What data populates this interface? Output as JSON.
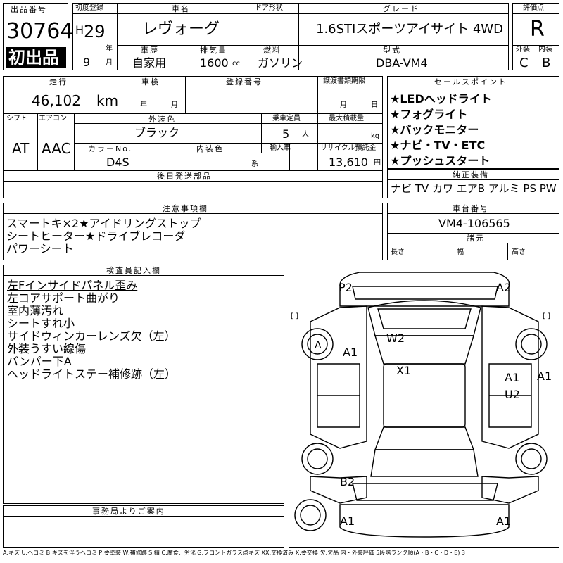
{
  "header": {
    "lot_label": "出品番号",
    "lot_number": "30764",
    "first_listing": "初出品",
    "first_reg_label": "初度登録",
    "era": "H",
    "year": "29",
    "year_unit": "年",
    "month": "9",
    "month_unit": "月",
    "car_name_label": "車名",
    "car_name": "レヴォーグ",
    "door_label": "ドア形状",
    "door_value": "",
    "grade_label": "グレード",
    "grade": "1.6STIスポーツアイサイト 4WD",
    "score_label": "評価点",
    "score": "R",
    "history_label": "車歴",
    "history": "自家用",
    "displacement_label": "排気量",
    "displacement": "1600",
    "displacement_unit": "cc",
    "fuel_label": "燃料",
    "fuel": "ガソリン",
    "model_label": "型式",
    "model": "DBA-VM4",
    "exterior_label": "外装",
    "exterior_grade": "C",
    "interior_label": "内装",
    "interior_grade": "B"
  },
  "row2": {
    "mileage_label": "走行",
    "mileage": "46,102",
    "mileage_unit": "km",
    "inspection_label": "車検",
    "inspection_year_unit": "年",
    "inspection_month_unit": "月",
    "reg_label": "登録番号",
    "transfer_label": "譲渡書類期限",
    "transfer_month_unit": "月",
    "transfer_day_unit": "日",
    "shift_label": "シフト",
    "shift": "AT",
    "ac_label": "エアコン",
    "ac": "AAC",
    "ext_color_label": "外装色",
    "ext_color": "ブラック",
    "capacity_label": "乗車定員",
    "capacity": "5",
    "capacity_unit": "人",
    "max_load_label": "最大積載量",
    "max_load_unit": "kg",
    "color_no_label": "カラーNo.",
    "color_no": "D4S",
    "int_color_label": "内装色",
    "int_color_unit": "系",
    "import_label": "輸入車",
    "recycle_label": "リサイクル預託金",
    "recycle": "13,610",
    "recycle_unit": "円",
    "later_parts_label": "後日発送部品"
  },
  "selling_points": {
    "title": "セールスポイント",
    "items": [
      "★LEDヘッドライト",
      "★フォグライト",
      "★バックモニター",
      "★ナビ・TV・ETC",
      "★プッシュスタート"
    ]
  },
  "standard_equipment": {
    "title": "純正装備",
    "value": "ナビ TV カワ エアB アルミ PS PW"
  },
  "notes": {
    "title": "注意事項欄",
    "lines": [
      "スマートキ×2★アイドリングストップ",
      "シートヒーター★ドライブレコーダ",
      "パワーシート"
    ]
  },
  "chassis": {
    "title": "車台番号",
    "number": "VM4-106565",
    "dims_title": "諸元",
    "length_label": "長さ",
    "width_label": "幅",
    "height_label": "高さ"
  },
  "inspector": {
    "title": "検査員記入欄",
    "lines": [
      "左Fインサイドパネル歪み",
      "左コアサポート曲がり",
      "室内薄汚れ",
      "シートすれ小",
      "サイドウィンカーレンズ欠（左）",
      "外装うすい線傷",
      "バンパー下A",
      "ヘッドライトステー補修跡（左）"
    ]
  },
  "diagram": {
    "marks": {
      "p2": "P2",
      "a2": "A2",
      "w2": "W2",
      "x1": "X1",
      "a_left": "A",
      "a1_left": "A1",
      "a1_right_inner": "A1",
      "u2": "U2",
      "a1_right_outer": "A1",
      "b2": "B2",
      "a1_bottom_left": "A1",
      "a1_bottom_right": "A1"
    },
    "bracket": "[ ]"
  },
  "office": {
    "title": "事務局よりご案内"
  },
  "legend": "A:キズ U:ヘコミ B:キズを伴うヘコミ P:要塗装 W:補修跡 S:錆 C:腐食、劣化 G:フロントガラス点キズ XX:交換済み X:要交換 欠:欠品 内・外装評価 5段階ランク順(A・B・C・D・E) 3",
  "colors": {
    "ink": "#000000",
    "paper": "#ffffff"
  }
}
